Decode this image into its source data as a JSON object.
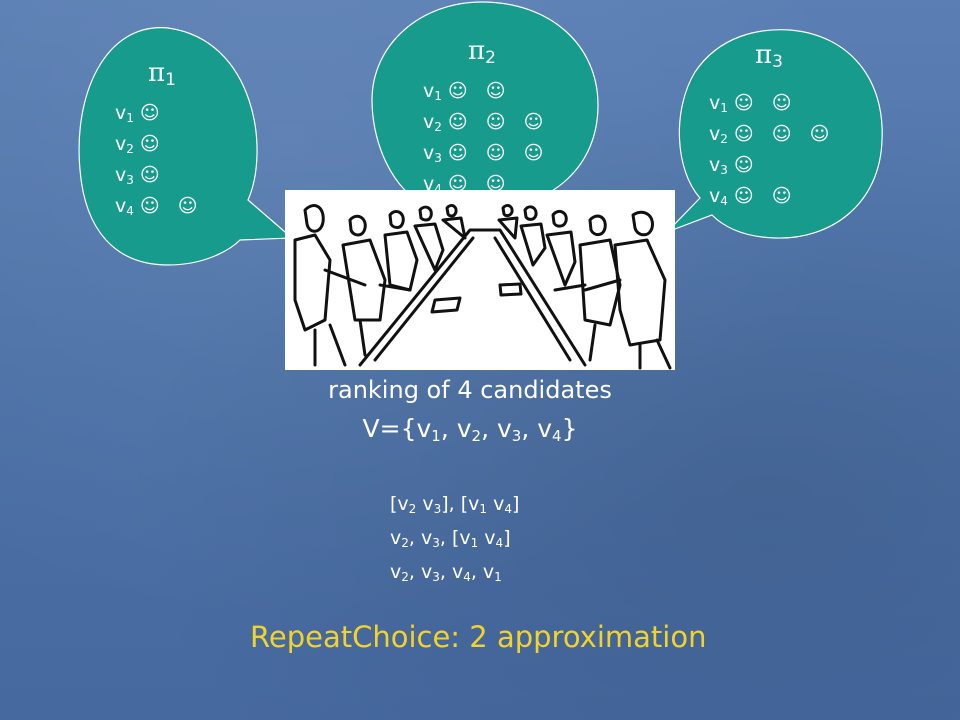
{
  "colors": {
    "background": "#4e73a9",
    "bubble": "#169b8c",
    "bubble_outline": "#ffffff",
    "text": "#ffffff",
    "footer": "#f2d22c"
  },
  "bubbles": [
    {
      "pi_symbol": "π",
      "pi_index": "1",
      "rows": [
        {
          "v": "v",
          "i": "1",
          "smiles": "☺"
        },
        {
          "v": "v",
          "i": "2",
          "smiles": "☺"
        },
        {
          "v": "v",
          "i": "3",
          "smiles": "☺"
        },
        {
          "v": "v",
          "i": "4",
          "smiles": "☺ ☺"
        }
      ]
    },
    {
      "pi_symbol": "π",
      "pi_index": "2",
      "rows": [
        {
          "v": "v",
          "i": "1",
          "smiles": "☺ ☺"
        },
        {
          "v": "v",
          "i": "2",
          "smiles": "☺ ☺ ☺"
        },
        {
          "v": "v",
          "i": "3",
          "smiles": "☺ ☺ ☺"
        },
        {
          "v": "v",
          "i": "4",
          "smiles": "☺ ☺"
        }
      ]
    },
    {
      "pi_symbol": "π",
      "pi_index": "3",
      "rows": [
        {
          "v": "v",
          "i": "1",
          "smiles": "☺ ☺"
        },
        {
          "v": "v",
          "i": "2",
          "smiles": "☺ ☺ ☺"
        },
        {
          "v": "v",
          "i": "3",
          "smiles": "☺"
        },
        {
          "v": "v",
          "i": "4",
          "smiles": "☺ ☺"
        }
      ]
    }
  ],
  "caption": {
    "line1": "ranking of 4 candidates",
    "set_prefix": "V={",
    "set_items": [
      {
        "v": "v",
        "i": "1"
      },
      {
        "v": "v",
        "i": "2"
      },
      {
        "v": "v",
        "i": "3"
      },
      {
        "v": "v",
        "i": "4"
      }
    ],
    "set_separator": ", ",
    "set_suffix": "}"
  },
  "rankings": {
    "r1": {
      "t1": "[v",
      "s1": "2",
      "t2": " v",
      "s2": "3",
      "t3": "], [v",
      "s3": "1",
      "t4": " v",
      "s4": "4",
      "t5": "]"
    },
    "r2": {
      "t1": "v",
      "s1": "2",
      "t2": ", v",
      "s2": "3",
      "t3": ", [v",
      "s3": "1",
      "t4": " v",
      "s4": "4",
      "t5": "]"
    },
    "r3": {
      "t1": "v",
      "s1": "2",
      "t2": ", v",
      "s2": "3",
      "t3": ", v",
      "s3": "4",
      "t4": ", v",
      "s4": "1",
      "t5": ""
    }
  },
  "footer": "RepeatChoice: 2 approximation"
}
